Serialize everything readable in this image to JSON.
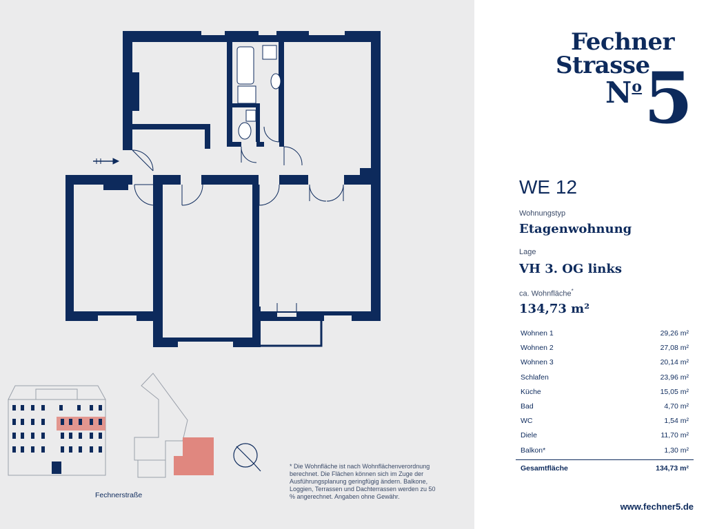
{
  "brand": {
    "line1": "Fechner",
    "line2": "Strasse",
    "no_prefix": "N",
    "no_suffix": "o",
    "number": "5"
  },
  "unit": {
    "title": "WE 12",
    "type_label": "Wohnungstyp",
    "type_value": "Etagenwohnung",
    "location_label": "Lage",
    "location_value": "VH 3. OG links",
    "area_label": "ca. Wohnfläche",
    "area_label_mark": "*",
    "area_value": "134,73 m²"
  },
  "rooms": [
    {
      "name": "Wohnen 1",
      "area": "29,26 m²"
    },
    {
      "name": "Wohnen 2",
      "area": "27,08 m²"
    },
    {
      "name": "Wohnen 3",
      "area": "20,14 m²"
    },
    {
      "name": "Schlafen",
      "area": "23,96 m²"
    },
    {
      "name": "Küche",
      "area": "15,05 m²"
    },
    {
      "name": "Bad",
      "area": "4,70 m²"
    },
    {
      "name": "WC",
      "area": "1,54 m²"
    },
    {
      "name": "Diele",
      "area": "11,70 m²"
    },
    {
      "name": "Balkon*",
      "area": "1,30 m²"
    }
  ],
  "total": {
    "name": "Gesamtfläche",
    "area": "134,73 m²"
  },
  "website": "www.fechner5.de",
  "footnote": "* Die Wohnfläche ist nach Wohnflächenverordnung berechnet. Die Flächen können sich im Zuge der Ausführungsplanung geringfügig ändern. Balkone, Loggien, Terrassen und Dachterrassen werden zu 50 % angerechnet. Angaben ohne Gewähr.",
  "street": "Fechnerstraße",
  "colors": {
    "navy": "#0d2a5c",
    "highlight": "#e0877f",
    "background_left": "#ebebec"
  }
}
